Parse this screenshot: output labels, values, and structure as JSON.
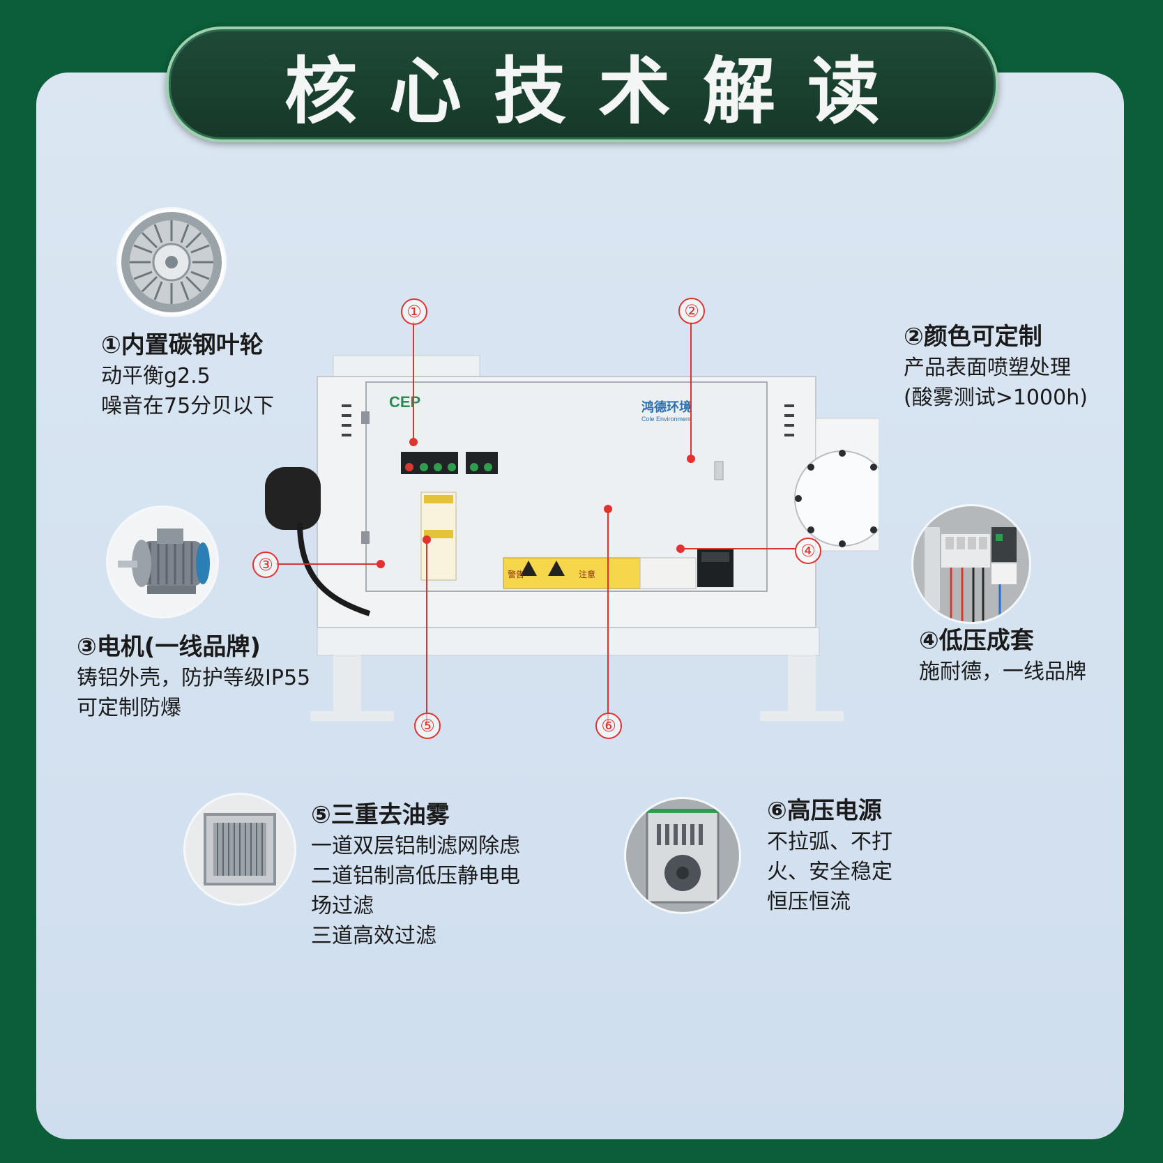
{
  "header": {
    "title": "核心技术解读"
  },
  "features": [
    {
      "heading": "①内置碳钢叶轮",
      "lines": [
        "动平衡g2.5",
        "噪音在75分贝以下"
      ],
      "image_icon": "impeller-icon"
    },
    {
      "heading": "②颜色可定制",
      "lines": [
        "产品表面喷塑处理",
        "(酸雾测试>1000h)"
      ]
    },
    {
      "heading": "③电机(一线品牌)",
      "lines": [
        "铸铝外壳，防护等级IP55",
        "可定制防爆"
      ],
      "image_icon": "motor-icon"
    },
    {
      "heading": "④低压成套",
      "lines": [
        "施耐德，一线品牌"
      ],
      "image_icon": "electrical-panel-icon"
    },
    {
      "heading": "⑤三重去油雾",
      "lines": [
        "一道双层铝制滤网除虑",
        "二道铝制高低压静电电",
        "场过滤",
        "三道高效过滤"
      ],
      "image_icon": "filter-icon"
    },
    {
      "heading": "⑥高压电源",
      "lines": [
        "不拉弧、不打",
        "火、安全稳定",
        "恒压恒流"
      ],
      "image_icon": "power-supply-icon"
    }
  ],
  "markers": [
    "①",
    "②",
    "③",
    "④",
    "⑤",
    "⑥"
  ],
  "machine": {
    "logo_text": "CEP",
    "brand_text": "鸿德环境",
    "brand_sub": "Cole Environment",
    "warning_1": "警告",
    "warning_2": "注意"
  },
  "colors": {
    "background": "#0b5e38",
    "panel": "#d6e3f0",
    "title_pill": "#1c4533",
    "marker": "#e0322f"
  }
}
